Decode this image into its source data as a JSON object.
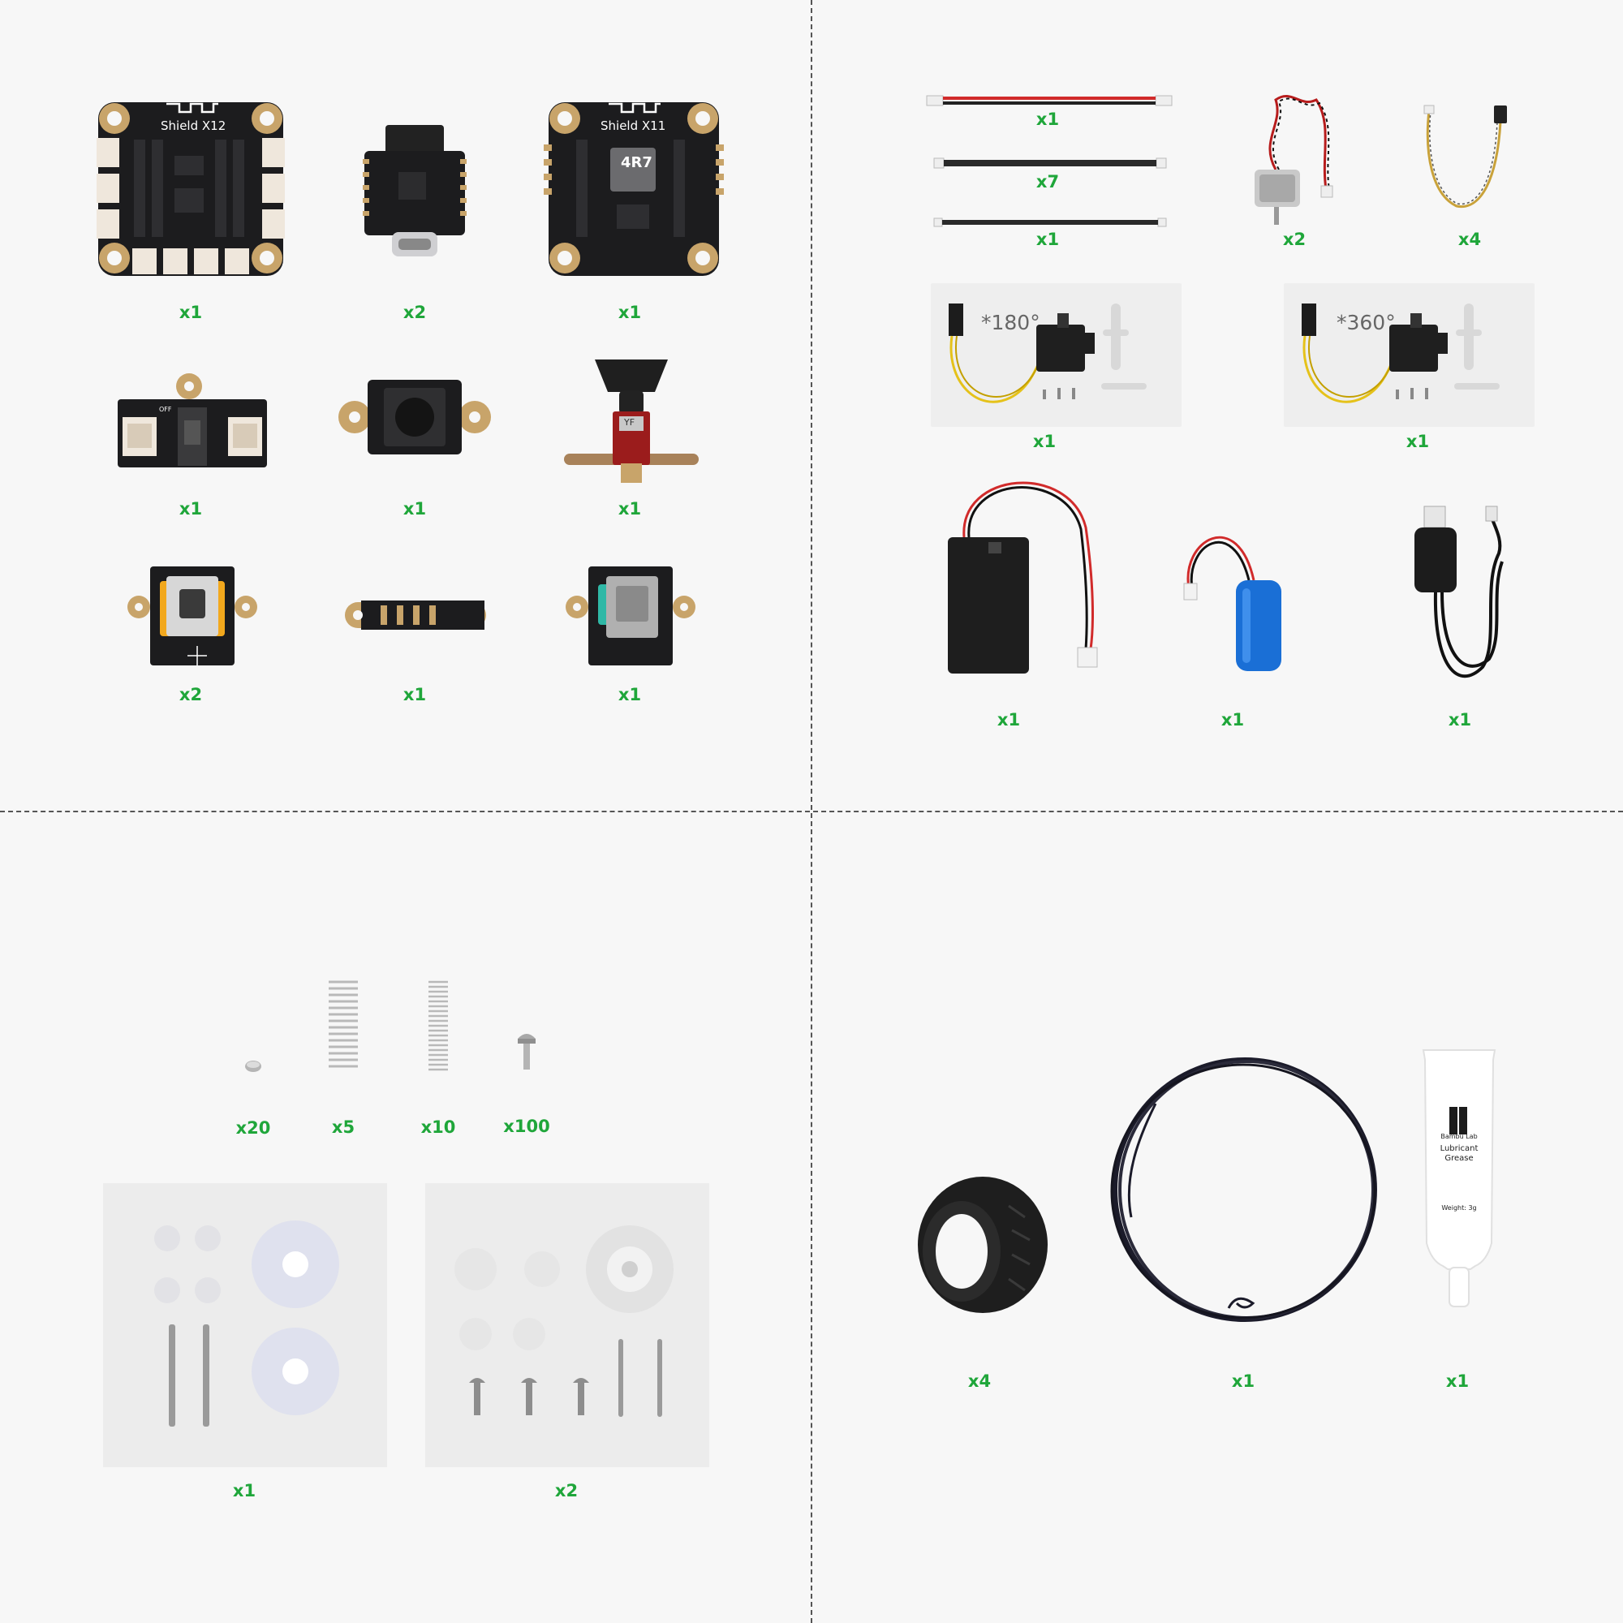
{
  "quadrant_top_left": {
    "shield_x12": {
      "label": "Shield X12",
      "qty": "x1"
    },
    "esp_board": {
      "qty": "x2"
    },
    "shield_x11": {
      "label": "Shield X11",
      "chip_label": "4R7",
      "qty": "x1"
    },
    "slide_switch": {
      "off_label": "OFF",
      "qty": "x1"
    },
    "push_button": {
      "qty": "x1"
    },
    "toggle_switch": {
      "chip_label": "YF",
      "qty": "x1"
    },
    "joystick": {
      "qty": "x2"
    },
    "connector_strip": {
      "qty": "x1"
    },
    "rotary_switch": {
      "qty": "x1"
    }
  },
  "quadrant_top_right": {
    "cable_red": {
      "qty": "x1"
    },
    "cable_white_7": {
      "qty": "x7"
    },
    "cable_white_1": {
      "qty": "x1"
    },
    "dc_motor": {
      "qty": "x2"
    },
    "sensor_cable": {
      "qty": "x4"
    },
    "servo_180": {
      "angle": "*180°",
      "qty": "x1"
    },
    "servo_360": {
      "angle": "*360°",
      "qty": "x1"
    },
    "battery_box": {
      "qty": "x1"
    },
    "battery": {
      "qty": "x1"
    },
    "usb_charger": {
      "qty": "x1"
    }
  },
  "quadrant_bottom_left": {
    "magnet": {
      "qty": "x20"
    },
    "spring_large": {
      "qty": "x5"
    },
    "spring_small": {
      "qty": "x10"
    },
    "screw": {
      "qty": "x100"
    },
    "gear_kit_a": {
      "qty": "x1"
    },
    "gear_kit_b": {
      "qty": "x2"
    }
  },
  "quadrant_bottom_right": {
    "tire": {
      "qty": "x4"
    },
    "wire_coil": {
      "qty": "x1"
    },
    "grease": {
      "brand": "Bambu Lab",
      "name_line1": "Lubricant",
      "name_line2": "Grease",
      "weight": "Weight: 3g",
      "qty": "x1"
    }
  },
  "colors": {
    "qty_green": "#1fa63a",
    "pcb_black": "#1c1c1e",
    "pad_gold": "#c8a46a",
    "connector_white": "#efe7dc",
    "panel_gray": "#eeeeee"
  }
}
